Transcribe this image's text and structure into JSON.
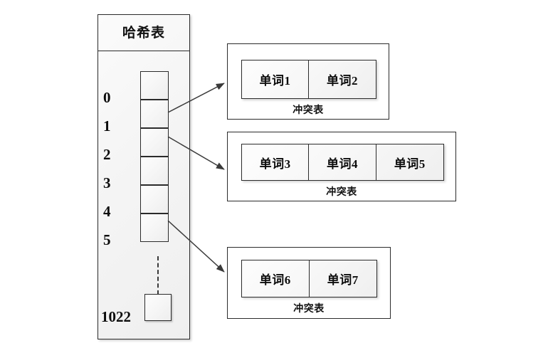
{
  "diagram": {
    "title": "哈希表",
    "hash_table": {
      "header_label": "哈希表",
      "slot_indices": [
        "0",
        "1",
        "2",
        "3",
        "4",
        "5"
      ],
      "tail_index": "1022",
      "slot_count_visible": 6,
      "ellipsis_style": "dashed-line"
    },
    "collision_tables": [
      {
        "caption": "冲突表",
        "cells": [
          "单词1",
          "单词2"
        ],
        "source_slot": "1"
      },
      {
        "caption": "冲突表",
        "cells": [
          "单词3",
          "单词4",
          "单词5"
        ],
        "source_slot": "2"
      },
      {
        "caption": "冲突表",
        "cells": [
          "单词6",
          "单词7"
        ],
        "source_slot": "5"
      }
    ],
    "connectors": [
      {
        "from": "slot-1",
        "to": "collision-table-1",
        "type": "arrow"
      },
      {
        "from": "slot-2",
        "to": "collision-table-2",
        "type": "arrow"
      },
      {
        "from": "slot-5",
        "to": "collision-table-3",
        "type": "arrow"
      },
      {
        "from": "slot-5",
        "to": "slot-1022",
        "type": "dashed"
      }
    ],
    "colors": {
      "stroke": "#2b2b2b",
      "fill": "#f4f4f4",
      "background": "#ffffff",
      "text": "#0d0d0d"
    }
  }
}
